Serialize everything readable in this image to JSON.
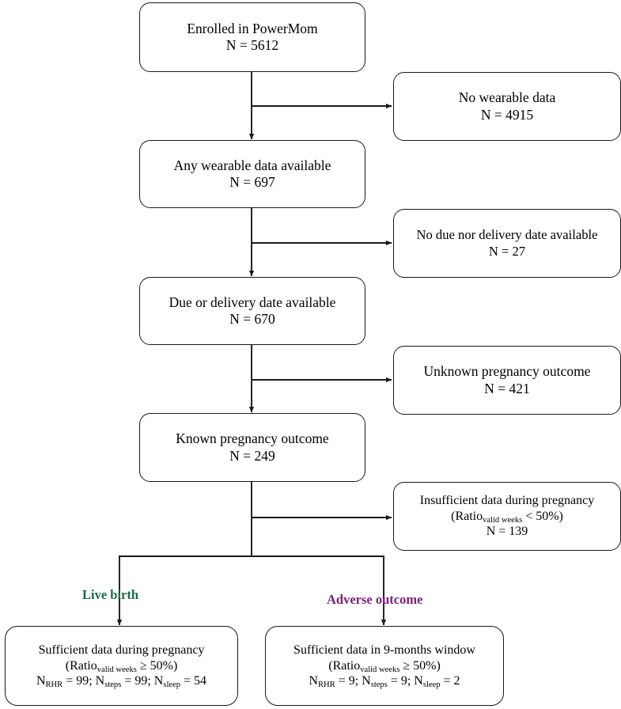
{
  "figure": {
    "type": "flowchart",
    "title": "PowerMom study participant selection flow",
    "colors": {
      "line": "#1a1a1a",
      "box_border": "#1a1a1a",
      "background": "#ffffff",
      "live_birth": "#1a6b47",
      "adverse_outcome": "#7b1f78"
    }
  },
  "nodes": {
    "enrolled": {
      "lines": [
        "Enrolled in PowerMom",
        "N = 5612"
      ]
    },
    "no_wearable": {
      "lines": [
        "No wearable data",
        "N = 4915"
      ]
    },
    "any_wearable": {
      "lines": [
        "Any wearable data available",
        "N = 697"
      ]
    },
    "no_due_date": {
      "lines": [
        "No due nor delivery date available",
        "N = 27"
      ]
    },
    "due_date": {
      "lines": [
        "Due or delivery date available",
        "N = 670"
      ]
    },
    "unknown_outcome": {
      "lines": [
        "Unknown pregnancy outcome",
        "N = 421"
      ]
    },
    "known_outcome": {
      "lines": [
        "Known pregnancy outcome",
        "N = 249"
      ]
    },
    "insufficient": {
      "line1": "Insufficient data during pregnancy",
      "line2_pre": "(Ratio",
      "line2_sub": "valid weeks",
      "line2_post": " < 50%)",
      "line3": "N = 139"
    },
    "live_birth_box": {
      "line1": "Sufficient data during pregnancy",
      "line2_pre": "(Ratio",
      "line2_sub": "valid weeks",
      "line2_post": " ≥ 50%)",
      "line3_a_pre": "N",
      "line3_a_sub": "RHR",
      "line3_a_post": " = 99; ",
      "line3_b_pre": "N",
      "line3_b_sub": "steps",
      "line3_b_post": " = 99; ",
      "line3_c_pre": "N",
      "line3_c_sub": "sleep",
      "line3_c_post": " = 54"
    },
    "adverse_box": {
      "line1": "Sufficient data in 9-months window",
      "line2_pre": "(Ratio",
      "line2_sub": "valid weeks",
      "line2_post": " ≥ 50%)",
      "line3_a_pre": "N",
      "line3_a_sub": "RHR",
      "line3_a_post": " = 9; ",
      "line3_b_pre": "N",
      "line3_b_sub": "steps",
      "line3_b_post": " = 9; ",
      "line3_c_pre": "N",
      "line3_c_sub": "sleep",
      "line3_c_post": " = 2"
    }
  },
  "branch_labels": {
    "live_birth": "Live birth",
    "adverse_outcome": "Adverse outcome"
  }
}
